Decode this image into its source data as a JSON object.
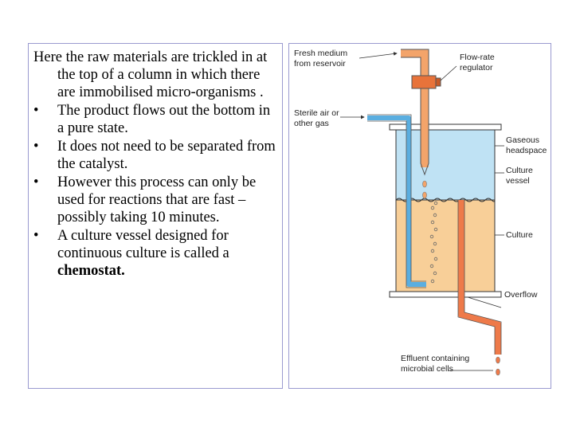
{
  "text_panel": {
    "intro": "Here the raw materials are trickled in at the top of a column in which there are immobilised micro-organisms .",
    "bullet_char": "•",
    "bullets": [
      {
        "text": " The product flows out the bottom in a pure state."
      },
      {
        "text": " It does not need to be separated from the catalyst."
      },
      {
        "text": "However this process can only be used for reactions that are fast – possibly taking 10 minutes."
      },
      {
        "text": "A culture vessel designed for continuous culture is called a ",
        "bold": "chemostat."
      }
    ]
  },
  "diagram": {
    "labels": {
      "fresh_medium_1": "Fresh medium",
      "fresh_medium_2": "from reservoir",
      "flow_rate_1": "Flow-rate",
      "flow_rate_2": "regulator",
      "sterile_air_1": "Sterile air or",
      "sterile_air_2": "other gas",
      "gaseous_1": "Gaseous",
      "gaseous_2": "headspace",
      "culture_vessel_1": "Culture",
      "culture_vessel_2": "vessel",
      "culture": "Culture",
      "overflow": "Overflow",
      "effluent_1": "Effluent containing",
      "effluent_2": "microbial cells"
    },
    "colors": {
      "tube_orange": "#f3a46a",
      "regulator": "#e8733a",
      "air_tube": "#5aaee0",
      "headspace": "#bfe2f4",
      "culture_fill": "#f8cf98",
      "effluent_tube": "#ee7a4a"
    }
  }
}
